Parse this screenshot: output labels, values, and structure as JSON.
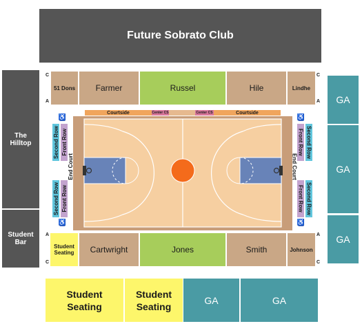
{
  "title": "Future Sobrato Club",
  "hilltop": "The Hilltop",
  "student_bar": "Student Bar",
  "top_row": {
    "dons": "51 Dons",
    "farmer": "Farmer",
    "russel": "Russel",
    "hile": "Hile",
    "lindhe": "Lindhe"
  },
  "bottom_row": {
    "student_seating": "Student Seating",
    "cartwright": "Cartwright",
    "jones": "Jones",
    "smith": "Smith",
    "johnson": "Johnson"
  },
  "courtside": [
    "Courtside",
    "Center CS",
    "Center CS",
    "Courtside"
  ],
  "second_row": "Second Row",
  "front_row": "Front Row",
  "end_court": "End Court",
  "ga": "GA",
  "student_seating": "Student Seating",
  "row_letters": {
    "c": "C",
    "a": "A"
  },
  "accessible_icon": "♿",
  "colors": {
    "dark": "#555555",
    "tan": "#c9a786",
    "green": "#a7cd5b",
    "teal": "#4a9ba4",
    "yellow": "#fdf66b",
    "court": "#f6cfa1",
    "paint": "#6883b8",
    "center": "#f46b1b"
  }
}
